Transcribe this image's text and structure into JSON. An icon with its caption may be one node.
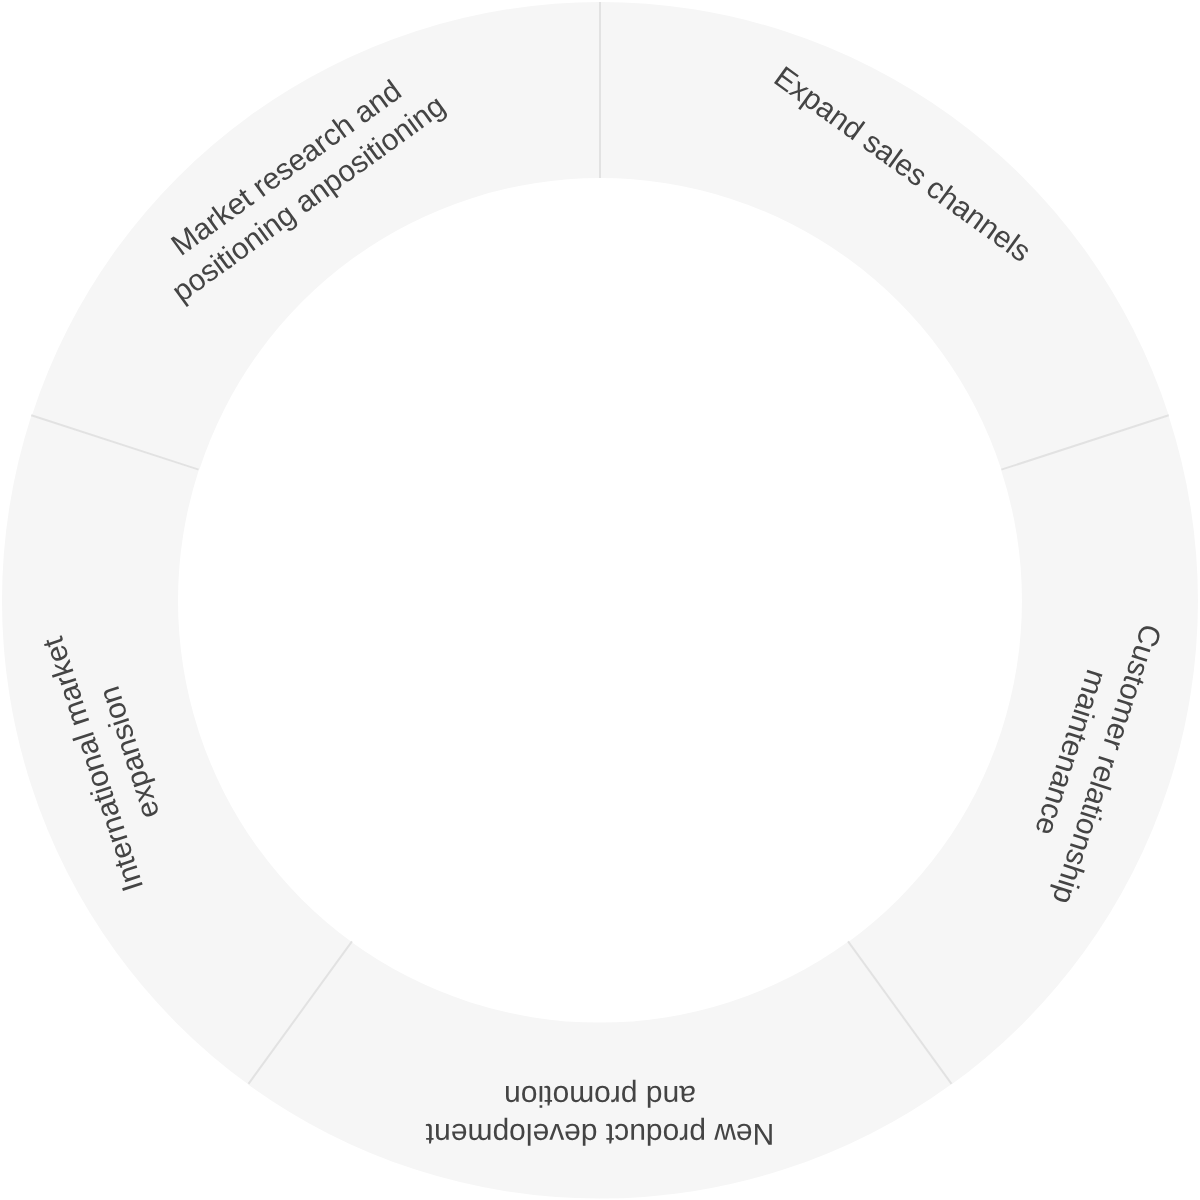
{
  "diagram": {
    "nodes": [
      {
        "text": [
          "Market research and positioning anpositioning"
        ]
      },
      {
        "text": [
          "Expand sales channels"
        ]
      },
      {
        "text": [
          "Customer relationship maintenance"
        ]
      },
      {
        "text": [
          "New product development and promotion"
        ]
      },
      {
        "text": [
          "International market expansion"
        ]
      }
    ]
  }
}
